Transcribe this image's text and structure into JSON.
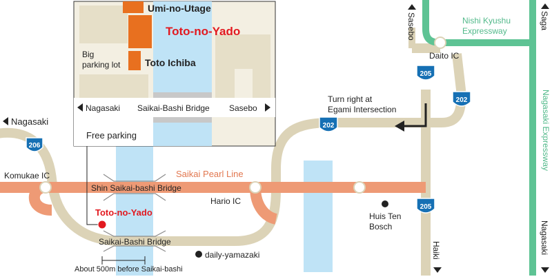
{
  "colors": {
    "road": "#dcd3b7",
    "pearl_line": "#ee9a75",
    "pearl_line_text": "#e2774f",
    "expressway": "#5ec394",
    "expressway_text": "#52b98a",
    "water": "#bfe3f6",
    "building": "#e8701f",
    "accent_red": "#e2191f",
    "route_badge": "#1670b4",
    "inset_bg": "#f3efe2",
    "inset_block": "#e6dfc8"
  },
  "directions": {
    "nagasaki_left": "Nagasaki",
    "sasebo_top": "Sasebo",
    "saga": "Saga",
    "haiki": "Haiki",
    "nagasaki_right": "Nagasaki"
  },
  "expressways": {
    "nishi_kyushu_line1": "Nishi Kyushu",
    "nishi_kyushu_line2": "Expressway",
    "nagasaki_expressway": "Nagasaki Expressway"
  },
  "interchanges": {
    "daito": "Daito IC",
    "komukae": "Komukae IC",
    "hario": "Hario IC"
  },
  "routes": {
    "r206": "206",
    "r202_top": "202",
    "r202_mid": "202",
    "r205_top": "205",
    "r205_bottom": "205"
  },
  "pearl_line_label": "Saikai Pearl Line",
  "bridges": {
    "shin_saikai": "Shin Saikai-bashi Bridge",
    "saikai": "Saikai-Bashi Bridge"
  },
  "turn_note": {
    "line1": "Turn right at",
    "line2": "Egami Intersection"
  },
  "places": {
    "toto_no_yado": "Toto-no-Yado",
    "daily_yamazaki": "daily-yamazaki",
    "huis_ten_bosch_line1": "Huis Ten",
    "huis_ten_bosch_line2": "Bosch"
  },
  "distance_note": "About 500m before Saikai-bashi",
  "inset": {
    "umi_no_utage": "Umi-no-Utage",
    "toto_no_yado": "Toto-no-Yado",
    "toto_ichiba": "Toto Ichiba",
    "big_parking_line1": "Big",
    "big_parking_line2": "parking lot",
    "free_parking": "Free parking",
    "nagasaki": "Nagasaki",
    "bridge": "Saikai-Bashi Bridge",
    "sasebo": "Sasebo"
  }
}
